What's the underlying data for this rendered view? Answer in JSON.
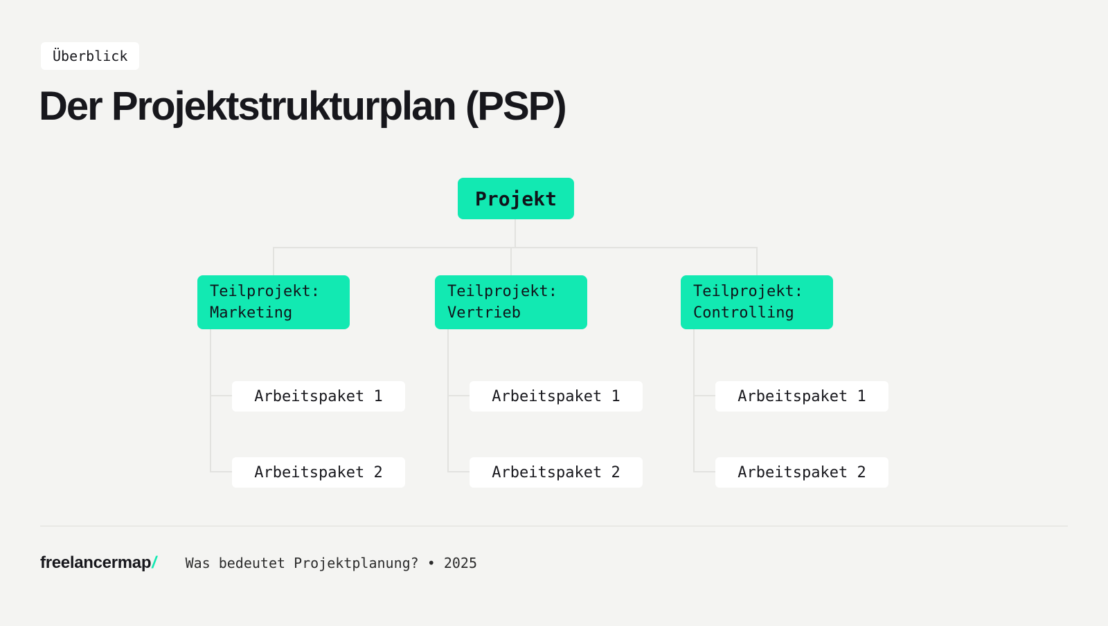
{
  "badge": {
    "label": "Überblick"
  },
  "title": "Der Projektstrukturplan (PSP)",
  "chart_data": {
    "type": "tree-diagram",
    "root": {
      "label": "Projekt"
    },
    "branches": [
      {
        "title": "Teilprojekt:",
        "name": "Marketing",
        "children": [
          "Arbeitspaket 1",
          "Arbeitspaket 2"
        ]
      },
      {
        "title": "Teilprojekt:",
        "name": "Vertrieb",
        "children": [
          "Arbeitspaket 1",
          "Arbeitspaket 2"
        ]
      },
      {
        "title": "Teilprojekt:",
        "name": "Controlling",
        "children": [
          "Arbeitspaket 1",
          "Arbeitspaket 2"
        ]
      }
    ]
  },
  "footer": {
    "logo_text": "freelancermap",
    "logo_slash": "/",
    "caption": "Was bedeutet Projektplanung? • 2025"
  },
  "colors": {
    "accent_green": "#12E9B2",
    "background": "#F4F4F2",
    "text_dark": "#17171C",
    "connector_line": "#E2E2DF",
    "node_white": "#FFFFFF"
  }
}
